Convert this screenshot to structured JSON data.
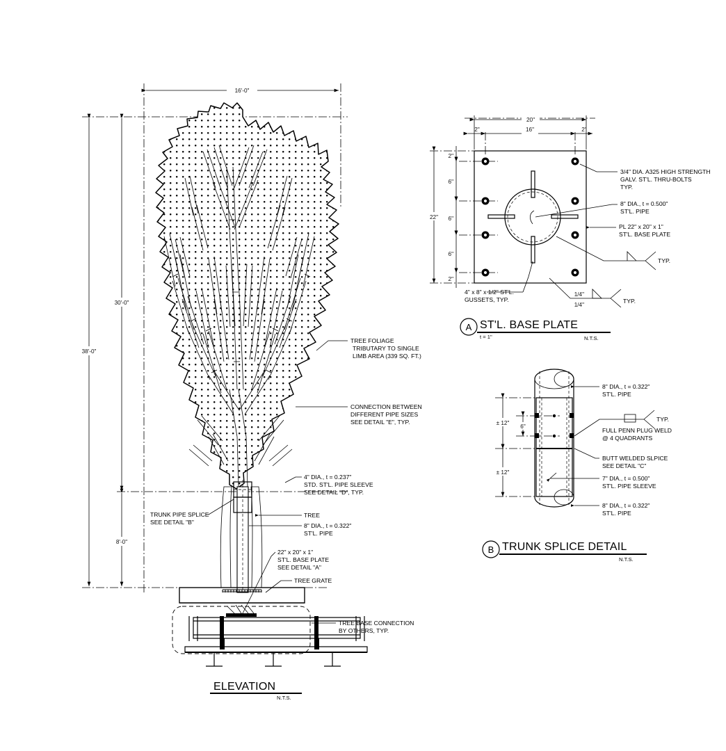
{
  "sheet": {
    "background": "#ffffff",
    "line_color": "#000000"
  },
  "elevation": {
    "title": "ELEVATION",
    "scale": "N.T.S.",
    "dimensions": {
      "canopy_width": "16'-0\"",
      "canopy_height": "30'-0\"",
      "overall_height": "38'-0\"",
      "trunk_height": "8'-0\""
    },
    "callouts": [
      {
        "id": "foliage",
        "lines": [
          "TREE FOLIAGE",
          "TRIBUTARY TO SINGLE",
          "LIMB AREA (339 SQ. FT.)"
        ]
      },
      {
        "id": "connection",
        "lines": [
          "CONNECTION BETWEEN",
          "DIFFERENT PIPE SIZES",
          "SEE DETAIL \"E\", TYP."
        ]
      },
      {
        "id": "sleeve",
        "lines": [
          "4\" DIA., t = 0.237\"",
          "STD. ST'L. PIPE SLEEVE",
          "SEE DETAIL \"D\", TYP."
        ]
      },
      {
        "id": "splice",
        "lines": [
          "TRUNK PIPE SPLICE",
          "SEE DETAIL \"B\""
        ]
      },
      {
        "id": "tree",
        "lines": [
          "TREE"
        ]
      },
      {
        "id": "trunk-pipe",
        "lines": [
          "8\" DIA., t = 0.322\"",
          "ST'L. PIPE"
        ]
      },
      {
        "id": "base-plate",
        "lines": [
          "22\" x 20\" x 1\"",
          "ST'L. BASE PLATE",
          "SEE DETAIL \"A\""
        ]
      },
      {
        "id": "tree-grate",
        "lines": [
          "TREE GRATE"
        ]
      },
      {
        "id": "base-connection",
        "lines": [
          "TREE BASE CONNECTION",
          "BY OTHERS, TYP."
        ]
      }
    ]
  },
  "base_plate_detail": {
    "bubble": "A",
    "title": "ST'L. BASE PLATE",
    "thickness_note": "t = 1\"",
    "scale": "N.T.S.",
    "dimensions": {
      "overall_width": "20\"",
      "bolt_gage_width": "16\"",
      "edge_left": "2\"",
      "edge_right": "2\"",
      "overall_height": "22\"",
      "edge_top": "2\"",
      "spacing_1": "6\"",
      "spacing_2": "6\"",
      "spacing_3": "6\"",
      "edge_bottom": "2\""
    },
    "callouts": [
      {
        "id": "thru-bolts",
        "lines": [
          "3/4\" DIA. A325 HIGH STRENGTH",
          "GALV. ST'L. THRU-BOLTS",
          "TYP."
        ]
      },
      {
        "id": "pipe",
        "lines": [
          "8\" DIA., t = 0.500\"",
          "ST'L. PIPE"
        ]
      },
      {
        "id": "plate",
        "lines": [
          "PL 22\" x 20\" x 1\"",
          "ST'L. BASE PLATE"
        ]
      },
      {
        "id": "gussets",
        "lines": [
          "4\" x 8\" x 1/2\" ST'L.",
          "GUSSETS, TYP."
        ]
      }
    ],
    "welds": [
      {
        "id": "fillet-typ",
        "size": "",
        "label": "TYP."
      },
      {
        "id": "fillet-quarter",
        "size_top": "1/4\"",
        "size_bottom": "1/4\"",
        "label": "TYP."
      }
    ]
  },
  "trunk_splice_detail": {
    "bubble": "B",
    "title": "TRUNK SPLICE DETAIL",
    "scale": "N.T.S.",
    "dimensions": {
      "upper_embed": "± 12\"",
      "plug_spacing": "6\"",
      "lower_embed": "± 12\""
    },
    "callouts": [
      {
        "id": "pipe-top",
        "lines": [
          "8\" DIA., t = 0.322\"",
          "ST'L. PIPE"
        ]
      },
      {
        "id": "plug-weld",
        "lines": [
          "FULL PENN PLUG WELD",
          "@ 4 QUADRANTS"
        ]
      },
      {
        "id": "butt-splice",
        "lines": [
          "BUTT WELDED SLPICE",
          "SEE DETAIL \"C\""
        ]
      },
      {
        "id": "sleeve",
        "lines": [
          "7\" DIA., t = 0.500\"",
          "ST'L. PIPE SLEEVE"
        ]
      },
      {
        "id": "pipe-bottom",
        "lines": [
          "8\" DIA., t = 0.322\"",
          "ST'L. PIPE"
        ]
      }
    ],
    "weld_symbol_label": "TYP."
  }
}
